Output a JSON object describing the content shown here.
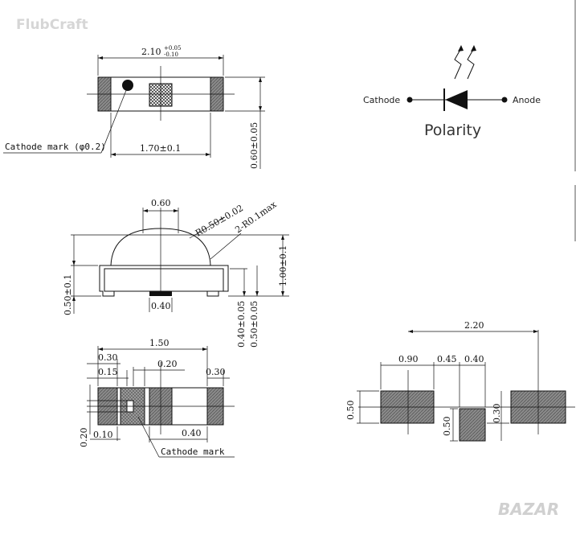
{
  "watermark_top": "FlubCraft",
  "watermark_bottom": "BAZAR",
  "top_view": {
    "width_main": "2.10",
    "width_tol_plus": "+0.05",
    "width_tol_minus": "-0.10",
    "inner_width": "1.70±0.1",
    "height": "0.60±0.05",
    "cathode_mark": "Cathode mark (φ0.2)"
  },
  "polarity": {
    "cathode": "Cathode",
    "anode": "Anode",
    "title": "Polarity"
  },
  "side_view": {
    "dome_width": "0.60",
    "dome_radius": "R0.50±0.02",
    "corner_radius": "2-R0.1max",
    "total_height": "1.00±0.1",
    "body_height": "0.50±0.1",
    "bottom_pad": "0.40",
    "pad_height_a": "0.40±0.05",
    "pad_height_b": "0.50±0.05"
  },
  "bottom_view": {
    "pad_span": "1.50",
    "left_pad": "0.30",
    "mark_offset": "0.15",
    "center_gap": "0.20",
    "right_pad": "0.30",
    "height": "0.20",
    "left_inset": "0.10",
    "center_width": "0.40",
    "cathode_mark": "Cathode mark"
  },
  "footprint": {
    "total": "2.20",
    "pad_width": "0.90",
    "gap": "0.45",
    "center_pad": "0.40",
    "pad_height": "0.50",
    "center_height": "0.50",
    "offset": "0.30"
  }
}
